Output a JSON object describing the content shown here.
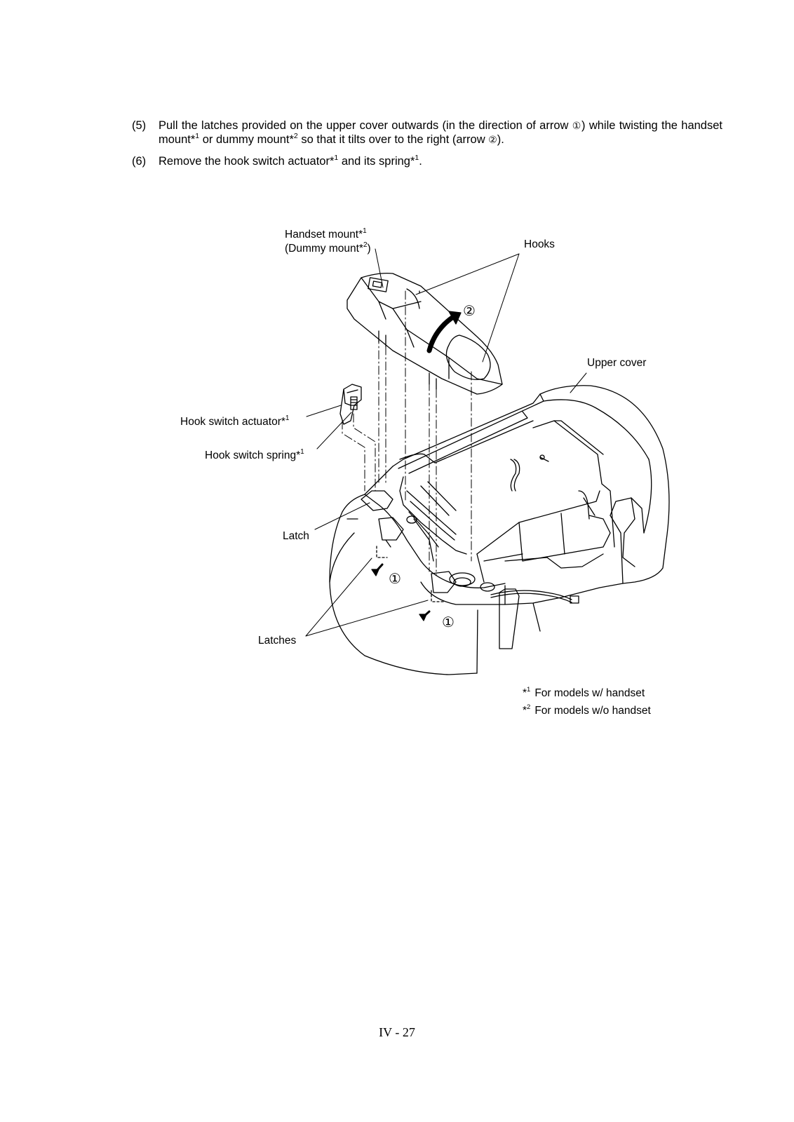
{
  "steps": [
    {
      "num": "(5)",
      "t1": "Pull the latches provided on the upper cover outwards (in the direction of arrow ",
      "arrow_a": "①",
      "t2": ") while twisting the handset mount*",
      "s1": "1",
      "t3": " or dummy mount*",
      "s2": "2",
      "t4": " so that it tilts over to the right (arrow ",
      "arrow_b": "②",
      "t5": ")."
    },
    {
      "num": "(6)",
      "t1": "Remove the hook switch actuator*",
      "s1": "1",
      "t2": " and its spring*",
      "s2": "1",
      "t3": "."
    }
  ],
  "figure": {
    "handset_mount": "Handset mount*",
    "handset_mount_sup": "1",
    "dummy_mount": "(Dummy mount*",
    "dummy_mount_sup": "2",
    "dummy_mount_close": ")",
    "hooks": "Hooks",
    "upper_cover": "Upper cover",
    "hook_switch_actuator": "Hook switch actuator*",
    "hook_switch_actuator_sup": "1",
    "hook_switch_spring": "Hook switch spring*",
    "hook_switch_spring_sup": "1",
    "latch": "Latch",
    "latches": "Latches",
    "arrow_2": "②",
    "arrow_1a": "①",
    "arrow_1b": "①"
  },
  "footnotes": [
    {
      "star": "*",
      "sup": "1",
      "text": "For models w/ handset"
    },
    {
      "star": "*",
      "sup": "2",
      "text": "For models w/o handset"
    }
  ],
  "page_number": "IV - 27"
}
